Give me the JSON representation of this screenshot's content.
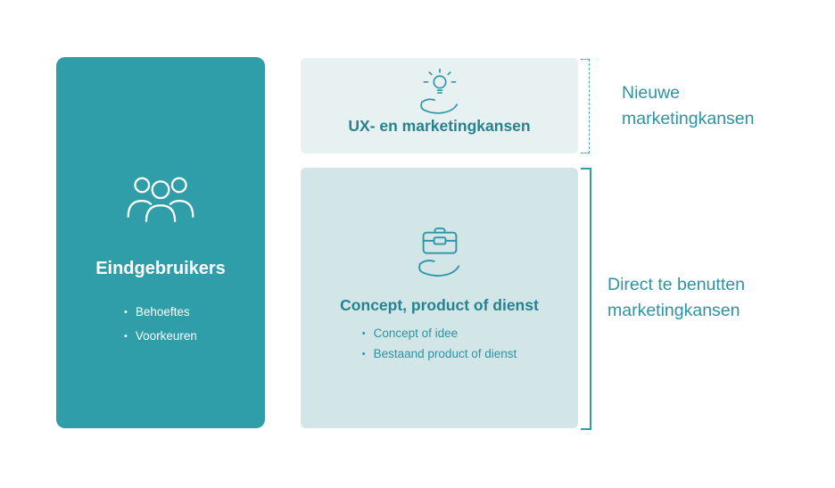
{
  "colors": {
    "brand_teal": "#2F9EA9",
    "box_title_teal": "#27828F",
    "label_teal": "#2E93A2",
    "ux_box_bg": "#E7F1F2",
    "concept_box_bg": "#D2E6E8",
    "white": "#FFFFFF"
  },
  "left_card": {
    "icon": "people-group-icon",
    "title": "Eindgebruikers",
    "bullets": [
      "Behoeftes",
      "Voorkeuren"
    ]
  },
  "ux_box": {
    "icon": "hand-lightbulb-icon",
    "title": "UX- en marketingkansen"
  },
  "concept_box": {
    "icon": "hand-briefcase-icon",
    "title": "Concept, product of dienst",
    "bullets": [
      "Concept of idee",
      "Bestaand product of dienst"
    ]
  },
  "annotations": {
    "new_opportunities": "Nieuwe marketingkansen",
    "direct_opportunities": "Direct te benutten marketingkansen"
  }
}
